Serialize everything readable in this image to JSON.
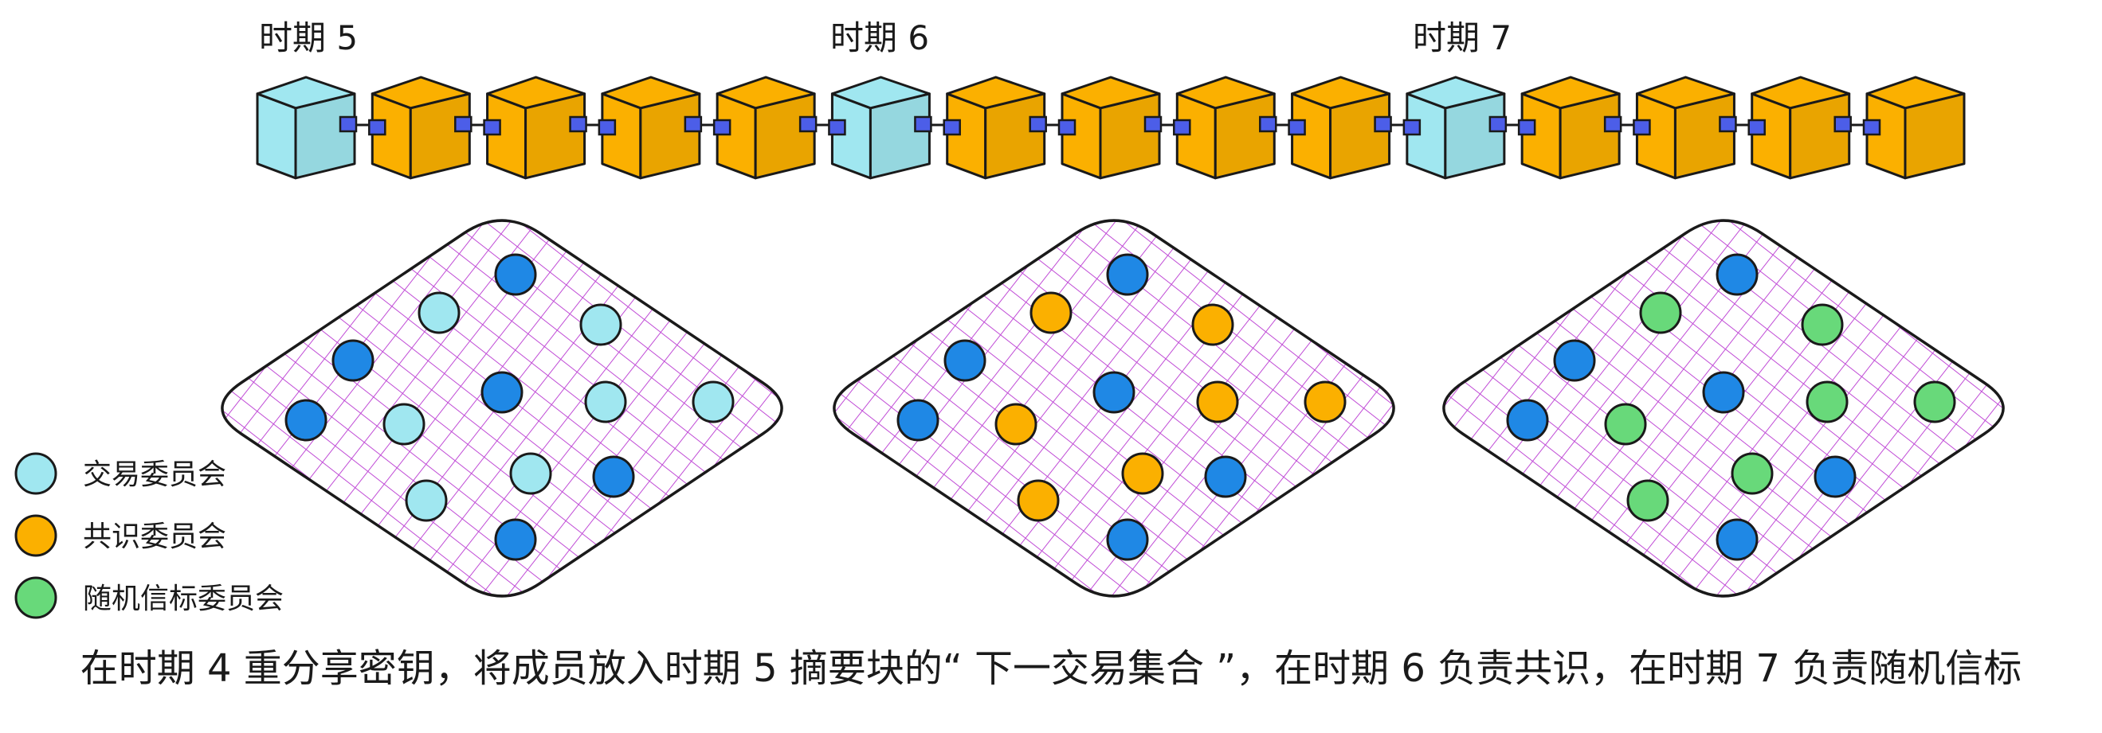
{
  "epochs": [
    {
      "label": "时期 5"
    },
    {
      "label": "时期 6"
    },
    {
      "label": "时期 7"
    }
  ],
  "chain": {
    "blocks": [
      "tx",
      "cons",
      "cons",
      "cons",
      "cons",
      "tx",
      "cons",
      "cons",
      "cons",
      "cons",
      "tx",
      "cons",
      "cons",
      "cons",
      "cons"
    ]
  },
  "colors": {
    "transaction": "#a0e7f0",
    "consensus": "#fbb000",
    "beacon": "#68d97a",
    "node": "#1f88e5",
    "hatch": "#c04bd6",
    "link": "#4c5ee8",
    "outline": "#1a1a1a"
  },
  "panels": [
    {
      "member_role": "transaction"
    },
    {
      "member_role": "consensus"
    },
    {
      "member_role": "beacon"
    }
  ],
  "legend": [
    {
      "role": "transaction",
      "label": "交易委员会"
    },
    {
      "role": "consensus",
      "label": "共识委员会"
    },
    {
      "role": "beacon",
      "label": "随机信标委员会"
    }
  ],
  "caption": "在时期 4 重分享密钥，将成员放入时期 5 摘要块的“ 下一交易集合 ”，在时期 6 负责共识，在时期 7 负责随机信标"
}
